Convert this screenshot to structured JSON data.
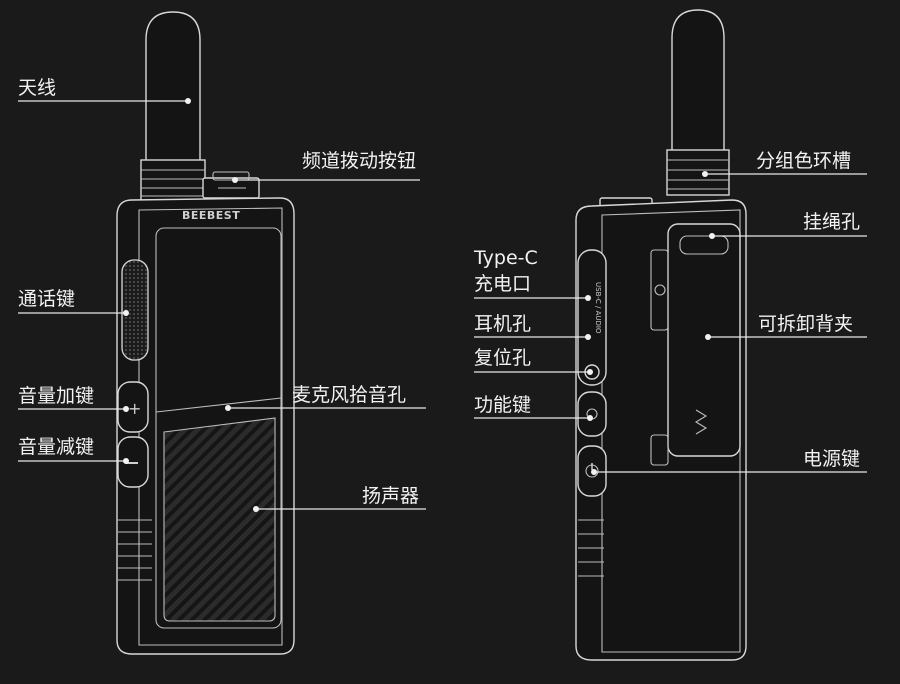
{
  "brand": "BEEBEST",
  "usb_port_text": "USB-C / AUDIO",
  "labels": {
    "antenna": "天线",
    "channel_knob": "频道拨动按钮",
    "ptt": "通话键",
    "vol_up": "音量加键",
    "vol_down": "音量减键",
    "mic": "麦克风拾音孔",
    "speaker": "扬声器",
    "color_ring": "分组色环槽",
    "lanyard": "挂绳孔",
    "typec_line1": "Type-C",
    "typec_line2": "充电口",
    "earphone": "耳机孔",
    "reset": "复位孔",
    "function_key": "功能键",
    "clip": "可拆卸背夹",
    "power": "电源键"
  },
  "colors": {
    "background": "#1a1a1a",
    "line": "#e6e6e6",
    "text": "#f2f2f2"
  }
}
